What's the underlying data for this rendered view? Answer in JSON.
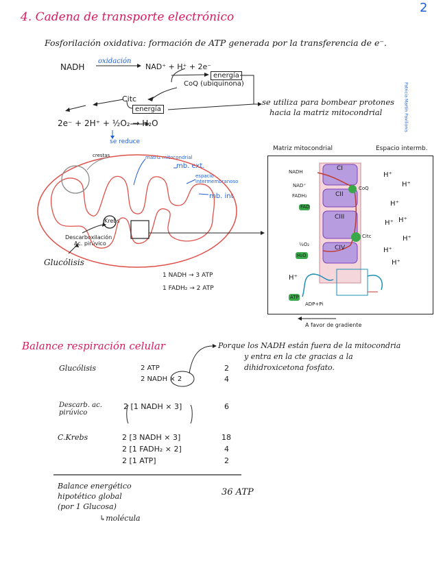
{
  "page_number": "2",
  "section_title": "4. Cadena de transporte electrónico",
  "definition": "Fosforilación oxidativa: formación de ATP generada por la transferencia de e⁻.",
  "reactions": {
    "nadh": "NADH",
    "oxidacion": "oxidación",
    "products": "NAD⁺ + H⁺ + 2e⁻",
    "energia1": "energía",
    "coq": "CoQ (ubiquinona)",
    "citc": "Citc",
    "energia2": "energía",
    "final": "2e⁻ + 2H⁺ + ½O₂ → H₂O",
    "se_reduce": "se reduce",
    "bombear_1": "se utiliza para bombear protones",
    "bombear_2": "hacia la matriz mitocondrial"
  },
  "vertical_note": "Patricia Martín Pavilionis",
  "mito_labels": {
    "crestas": "crestas",
    "matriz": "matriz mitocondrial",
    "mb_ext": "mb. ext.",
    "espacio": "espacio intermembranoso",
    "mb_int": "mb. int",
    "krebs": "Krebs",
    "descarb_1": "Descarboxilación",
    "descarb_2": "Ac. pirúvico",
    "glucolisis": "Glucólisis",
    "eq1": "1 NADH → 3 ATP",
    "eq2": "1 FADH₂ → 2 ATP"
  },
  "etc_diagram": {
    "matriz_label": "Matriz mitocondrial",
    "espacio_label": "Espacio intermb.",
    "complexes": [
      "CI",
      "CII",
      "CIII",
      "CIV"
    ],
    "nadh": "NADH",
    "nad": "NAD⁺",
    "fadh": "FADH₂",
    "fad": "FAD",
    "coq": "CoQ",
    "citc": "Citc",
    "o2": "½O₂",
    "h2o": "H₂O",
    "h_plus": "H⁺",
    "atp": "ATP",
    "adp": "ADP+Pi",
    "gradiente": "A favor de gradiente"
  },
  "balance": {
    "title": "Balance respiración celular",
    "note_1": "Porque los NADH están fuera de la mitocondria",
    "note_2": "y entra en la cte gracias a la",
    "note_3": "dihidroxicetona fosfato.",
    "rows": [
      {
        "label": "Glucólisis",
        "items": [
          "2 ATP",
          "2 NADH × 2"
        ],
        "values": [
          "2",
          "4"
        ]
      },
      {
        "label": "Descarb. ac. pirúvico",
        "items": [
          "2 [1 NADH × 3]"
        ],
        "values": [
          "6"
        ]
      },
      {
        "label": "C.Krebs",
        "items": [
          "2 [3 NADH × 3]",
          "2 [1 FADH₂ × 2]",
          "2 [1 ATP]"
        ],
        "values": [
          "18",
          "4",
          "2"
        ]
      }
    ],
    "total_label_1": "Balance energético",
    "total_label_2": "hipotético global",
    "total_label_3": "(por 1 Glucosa)",
    "total_label_4": "↳molécula",
    "total_value": "36 ATP"
  },
  "colors": {
    "title_pink": "#d81b60",
    "blue": "#1e5fd4",
    "mito_outline": "#e0504a",
    "purple": "#7b3fb8",
    "green": "#3aa84a",
    "teal": "#1a8fb5"
  }
}
